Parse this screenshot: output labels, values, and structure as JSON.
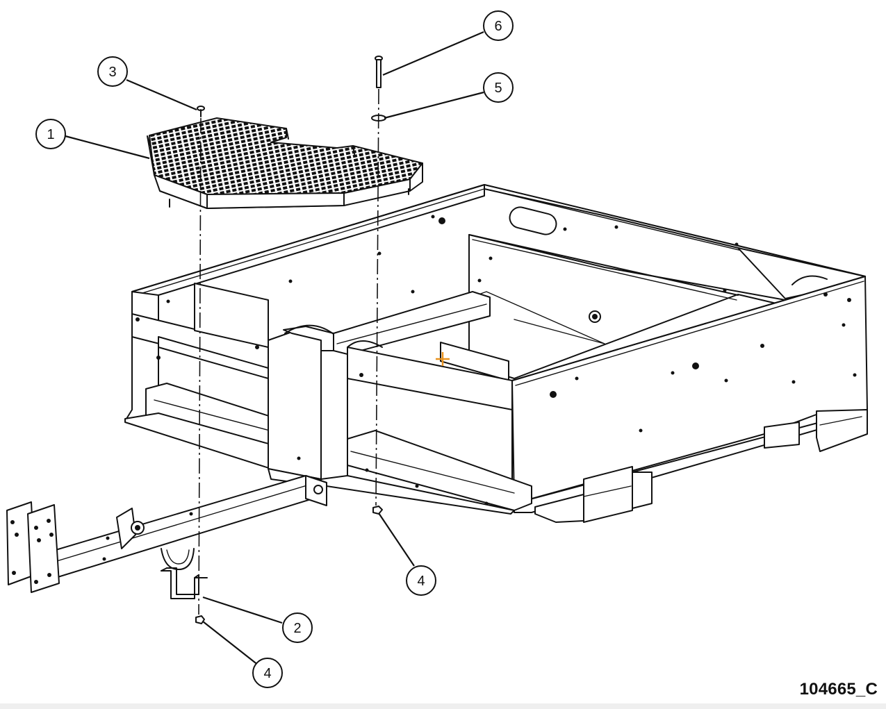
{
  "balloons": [
    {
      "label": "1"
    },
    {
      "label": "2"
    },
    {
      "label": "3"
    },
    {
      "label": "4"
    },
    {
      "label": "4"
    },
    {
      "label": "5"
    },
    {
      "label": "6"
    }
  ],
  "drawing_number": "104665_C",
  "colors": {
    "line": "#111111",
    "background": "#ffffff",
    "cursor_marker": "#e8921e"
  }
}
